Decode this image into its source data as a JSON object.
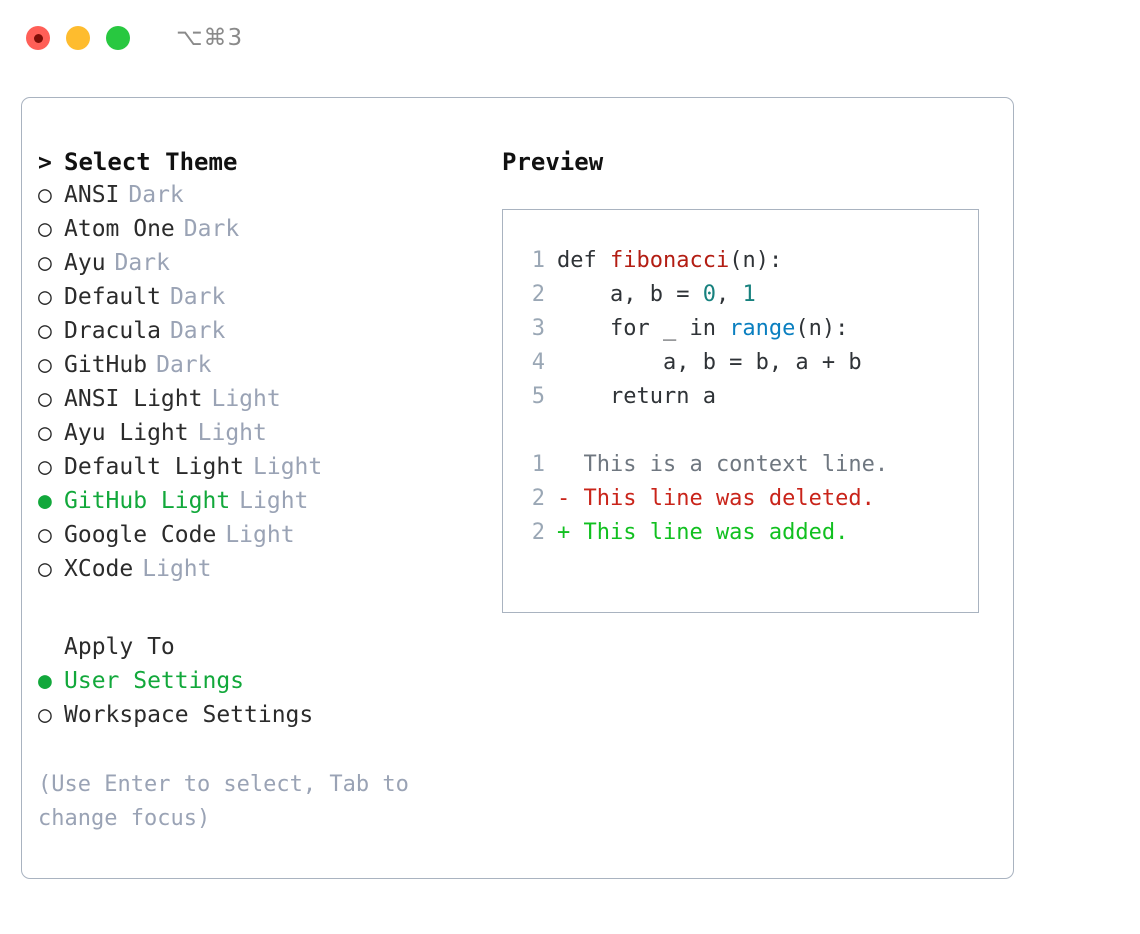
{
  "titlebar": {
    "shortcut": "⌥⌘3",
    "lights": [
      "close-red",
      "minimize-yellow",
      "maximize-green"
    ]
  },
  "theme_picker": {
    "header_marker": ">",
    "header_label": "Select Theme",
    "marker_selected": "●",
    "marker_unselected": "○",
    "items": [
      {
        "label": "ANSI",
        "variant": "Dark",
        "selected": false
      },
      {
        "label": "Atom One",
        "variant": "Dark",
        "selected": false
      },
      {
        "label": "Ayu",
        "variant": "Dark",
        "selected": false
      },
      {
        "label": "Default",
        "variant": "Dark",
        "selected": false
      },
      {
        "label": "Dracula",
        "variant": "Dark",
        "selected": false
      },
      {
        "label": "GitHub",
        "variant": "Dark",
        "selected": false
      },
      {
        "label": "ANSI Light",
        "variant": "Light",
        "selected": false
      },
      {
        "label": "Ayu Light",
        "variant": "Light",
        "selected": false
      },
      {
        "label": "Default Light",
        "variant": "Light",
        "selected": false
      },
      {
        "label": "GitHub Light",
        "variant": "Light",
        "selected": true
      },
      {
        "label": "Google Code",
        "variant": "Light",
        "selected": false
      },
      {
        "label": "XCode",
        "variant": "Light",
        "selected": false
      }
    ]
  },
  "apply_to": {
    "header_label": "Apply To",
    "items": [
      {
        "label": "User Settings",
        "selected": true
      },
      {
        "label": "Workspace Settings",
        "selected": false
      }
    ]
  },
  "hint": "(Use Enter to select, Tab to change focus)",
  "preview": {
    "title": "Preview",
    "code": [
      {
        "no": "1",
        "parts": [
          {
            "t": "def ",
            "c": "plain"
          },
          {
            "t": "fibonacci",
            "c": "func"
          },
          {
            "t": "(n):",
            "c": "plain"
          }
        ]
      },
      {
        "no": "2",
        "parts": [
          {
            "t": "    a, b = ",
            "c": "plain"
          },
          {
            "t": "0",
            "c": "num"
          },
          {
            "t": ", ",
            "c": "plain"
          },
          {
            "t": "1",
            "c": "num"
          }
        ]
      },
      {
        "no": "3",
        "parts": [
          {
            "t": "    for _ in ",
            "c": "plain"
          },
          {
            "t": "range",
            "c": "call"
          },
          {
            "t": "(n):",
            "c": "plain"
          }
        ]
      },
      {
        "no": "4",
        "parts": [
          {
            "t": "        a, b = b, a + b",
            "c": "plain"
          }
        ]
      },
      {
        "no": "5",
        "parts": [
          {
            "t": "    return a",
            "c": "plain"
          }
        ]
      }
    ],
    "diff": [
      {
        "no": "1",
        "sign": " ",
        "text": "This is a context line.",
        "kind": "ctx"
      },
      {
        "no": "2",
        "sign": "-",
        "text": "This line was deleted.",
        "kind": "del"
      },
      {
        "no": "2",
        "sign": "+",
        "text": "This line was added.",
        "kind": "add"
      }
    ]
  },
  "colors": {
    "selected_green": "#12a83b",
    "muted": "#9aa3b5",
    "border": "#a9b3c0",
    "syntax_function": "#b31d13",
    "syntax_number": "#17817e",
    "syntax_call": "#0a7fc0",
    "diff_deleted": "#c9241a",
    "diff_added": "#11c020",
    "light_red": "#ff5f57",
    "light_yellow": "#febc2e",
    "light_green": "#28c840"
  }
}
